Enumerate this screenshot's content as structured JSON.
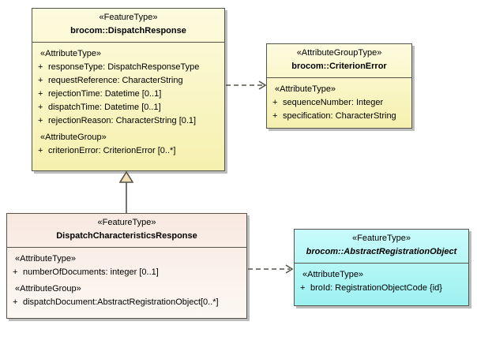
{
  "diagram_title": "UML class diagram - DispatchResponse",
  "colors": {
    "class_fill_yellow": "#f6f0ae",
    "class_fill_peach": "#f8e9e0",
    "class_fill_cyan": "#9df1f1",
    "border": "#54544a",
    "shadow": "#bdbdbd",
    "generalization_triangle_fill": "#f2dfb6"
  },
  "classes": {
    "dispatchResponse": {
      "stereotype": "«FeatureType»",
      "name": "brocom::DispatchResponse",
      "attrHeader1": "«AttributeType»",
      "attrs1": [
        {
          "vis": "+",
          "text": "responseType: DispatchResponseType"
        },
        {
          "vis": "+",
          "text": "requestReference: CharacterString"
        },
        {
          "vis": "+",
          "text": "rejectionTime: Datetime [0..1]"
        },
        {
          "vis": "+",
          "text": "dispatchTime: Datetime [0..1]"
        },
        {
          "vis": "+",
          "text": "rejectionReason: CharacterString [0.1]"
        }
      ],
      "attrHeader2": "«AttributeGroup»",
      "attrs2": [
        {
          "vis": "+",
          "text": "criterionError: CriterionError [0..*]"
        }
      ]
    },
    "criterionError": {
      "stereotype": "«AttributeGroupType»",
      "name": "brocom::CriterionError",
      "attrHeader1": "«AttributeType»",
      "attrs1": [
        {
          "vis": "+",
          "text": "sequenceNumber: Integer"
        },
        {
          "vis": "+",
          "text": "specification: CharacterString"
        }
      ]
    },
    "dispatchCharacteristicsResponse": {
      "stereotype": "«FeatureType»",
      "name": "DispatchCharacteristicsResponse",
      "attrHeader1": "«AttributeType»",
      "attrs1": [
        {
          "vis": "+",
          "text": "numberOfDocuments: integer [0..1]"
        }
      ],
      "attrHeader2": "«AttributeGroup»",
      "attrs2": [
        {
          "vis": "+",
          "text": "dispatchDocument:AbstractRegistrationObject[0..*]"
        }
      ]
    },
    "abstractRegistrationObject": {
      "stereotype": "«FeatureType»",
      "name": "brocom::AbstractRegistrationObject",
      "attrHeader1": "«AttributeType»",
      "attrs1": [
        {
          "vis": "+",
          "text": "broId: RegistrationObjectCode {id}"
        }
      ]
    }
  },
  "relations": [
    {
      "type": "dependency",
      "from": "brocom::DispatchResponse",
      "to": "brocom::CriterionError"
    },
    {
      "type": "generalization",
      "from": "DispatchCharacteristicsResponse",
      "to": "brocom::DispatchResponse"
    },
    {
      "type": "dependency",
      "from": "DispatchCharacteristicsResponse",
      "to": "brocom::AbstractRegistrationObject"
    }
  ]
}
